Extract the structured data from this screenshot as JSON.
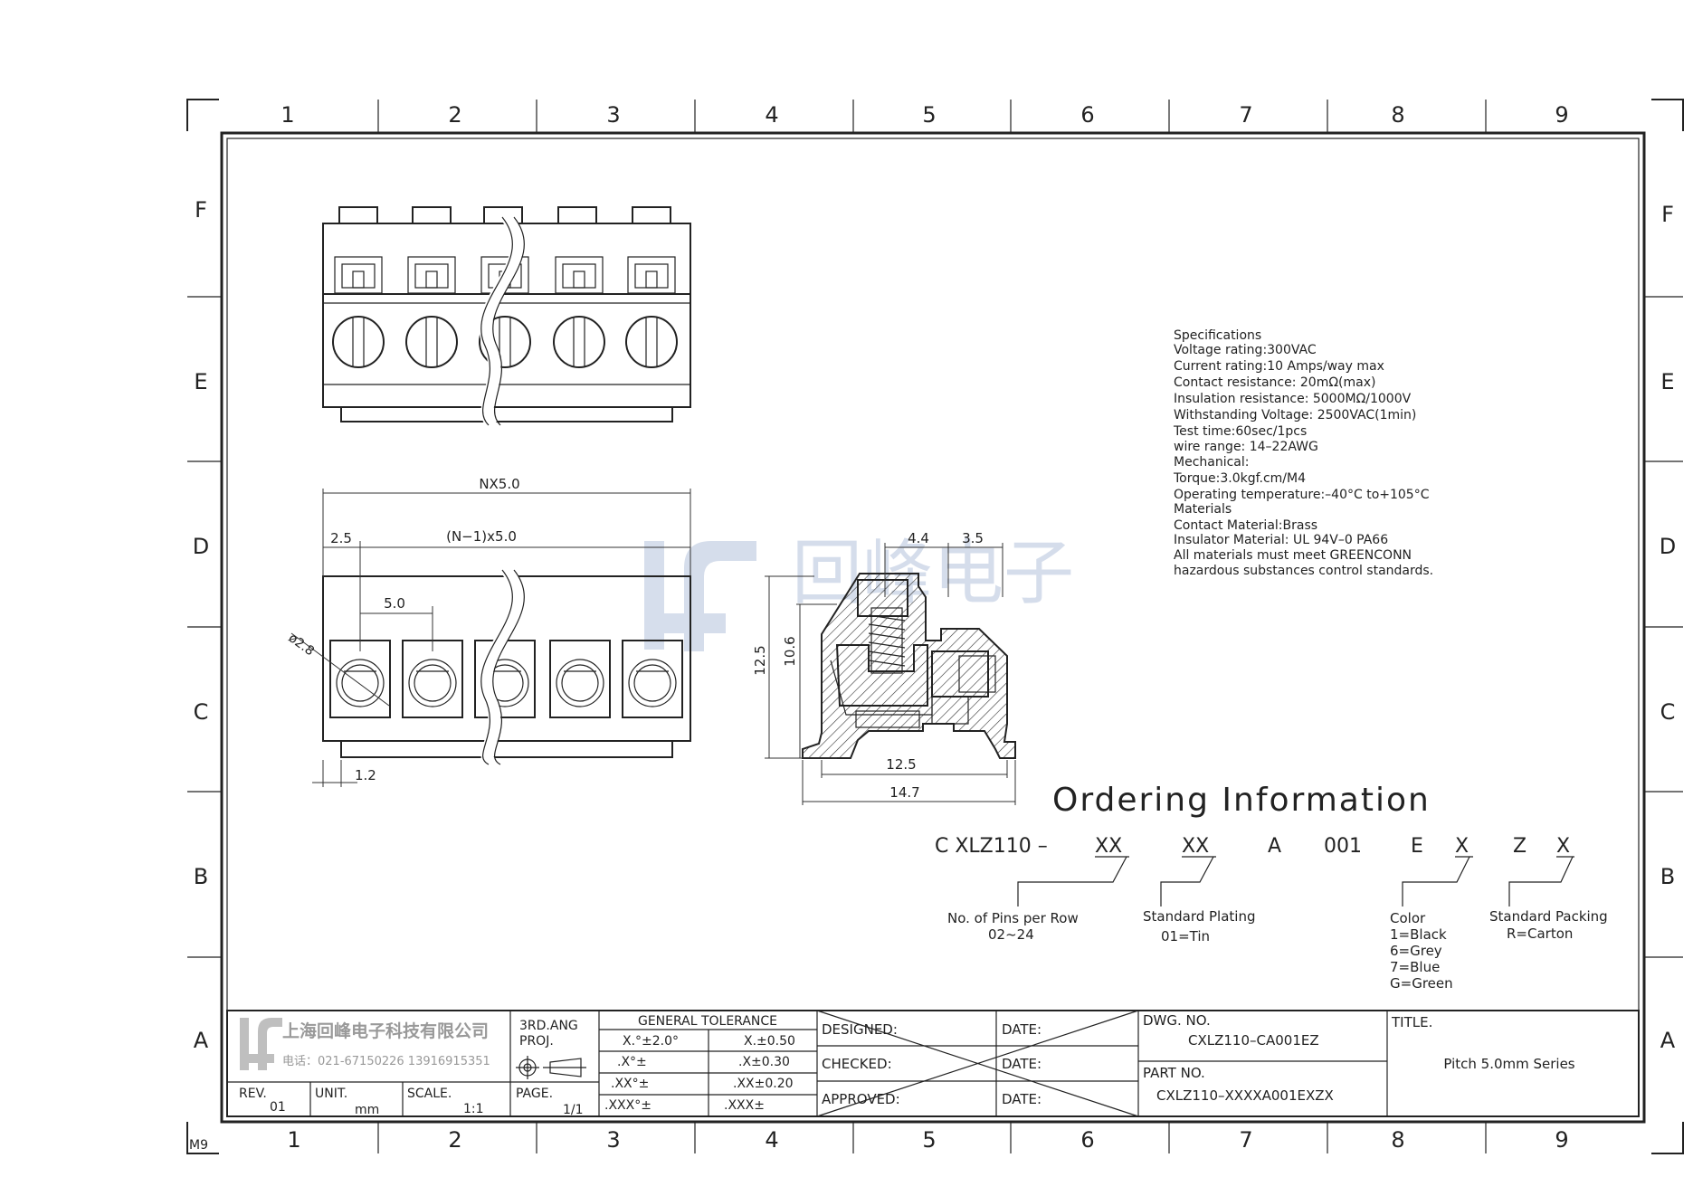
{
  "grid": {
    "columns": [
      "1",
      "2",
      "3",
      "4",
      "5",
      "6",
      "7",
      "8",
      "9"
    ],
    "rows": [
      "F",
      "E",
      "D",
      "C",
      "B",
      "A"
    ],
    "corner_mark": "M9"
  },
  "specifications": {
    "heading": "Specifications",
    "lines": [
      "Voltage  rating:300VAC",
      "Current  rating:10  Amps/way  max",
      "Contact  resistance:  20mΩ(max)",
      "Insulation  resistance:  5000MΩ/1000V",
      "Withstanding  Voltage:  2500VAC(1min)",
      "Test  time:60sec/1pcs",
      "wire  range:  14–22AWG",
      "Mechanical:",
      "Torque:3.0kgf.cm/M4",
      "Operating  temperature:–40°C  to+105°C",
      "Materials",
      "Contact  Material:Brass",
      "Insulator  Material:  UL  94V–0  PA66",
      "All  materials  must  meet  GREENCONN",
      "hazardous  substances  control  standards."
    ]
  },
  "dimensions": {
    "overall": "NX5.0",
    "pitch_span": "(N−1)x5.0",
    "edge": "2.5",
    "pitch": "5.0",
    "hole": "ø2.8",
    "bottom": "1.2",
    "side_a": "4.4",
    "side_b": "3.5",
    "height_total": "12.5",
    "height_inner": "10.6",
    "depth": "12.5",
    "depth_total": "14.7"
  },
  "watermark": {
    "brand": "回峰电子"
  },
  "ordering": {
    "title": "Ordering  Information",
    "code_parts": [
      "C  XLZ110  –",
      "XX",
      "XX",
      "A",
      "001",
      "E",
      "X",
      "Z",
      "X"
    ],
    "pins_label": "No.  of  Pins  per  Row",
    "pins_value": "02~24",
    "plating_label": "Standard  Plating",
    "plating_value": "01=Tin",
    "color_label": "Color",
    "color_values": [
      "1=Black",
      "6=Grey",
      "7=Blue",
      "G=Green"
    ],
    "packing_label": "Standard  Packing",
    "packing_value": "R=Carton"
  },
  "title_block": {
    "company": "上海回峰电子科技有限公司",
    "phone": "电话：021-67150226  13916915351",
    "projection_label": "3RD.ANG",
    "projection_sub": "PROJ.",
    "tolerance_header": "GENERAL  TOLERANCE",
    "tol_left": [
      "X.°±2.0°",
      ".X°±",
      ".XX°±",
      ".XXX°±"
    ],
    "tol_right": [
      "X.±0.50",
      ".X±0.30",
      ".XX±0.20",
      ".XXX±"
    ],
    "designed": "DESIGNED:",
    "checked": "CHECKED:",
    "approved": "APPROVED:",
    "date": "DATE:",
    "dwg_no_label": "DWG.  NO.",
    "dwg_no": "CXLZ110–CA001EZ",
    "part_no_label": "PART  NO.",
    "part_no": "CXLZ110–XXXXA001EXZX",
    "title_label": "TITLE.",
    "title": "Pitch  5.0mm  Series",
    "rev_label": "REV.",
    "rev": "01",
    "unit_label": "UNIT.",
    "unit": "mm",
    "scale_label": "SCALE.",
    "scale": "1:1",
    "page_label": "PAGE.",
    "page": "1/1"
  }
}
